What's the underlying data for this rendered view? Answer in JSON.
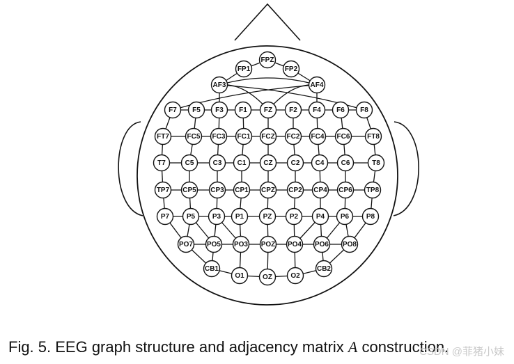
{
  "figure": {
    "caption_prefix": "Fig. 5. EEG graph structure and adjacency matrix ",
    "caption_symbol": "A",
    "caption_suffix": " construction.",
    "watermark": "CSDN @菲猪小妹"
  },
  "electrodes": [
    [
      "FPZ",
      "FP1",
      "FP2"
    ],
    [
      "AF3",
      "AF4"
    ],
    [
      "F7",
      "F5",
      "F3",
      "F1",
      "FZ",
      "F2",
      "F4",
      "F6",
      "F8"
    ],
    [
      "FT7",
      "FC5",
      "FC3",
      "FC1",
      "FCZ",
      "FC2",
      "FC4",
      "FC6",
      "FT8"
    ],
    [
      "T7",
      "C5",
      "C3",
      "C1",
      "CZ",
      "C2",
      "C4",
      "C6",
      "T8"
    ],
    [
      "TP7",
      "CP5",
      "CP3",
      "CP1",
      "CPZ",
      "CP2",
      "CP4",
      "CP6",
      "TP8"
    ],
    [
      "P7",
      "P5",
      "P3",
      "P1",
      "PZ",
      "P2",
      "P4",
      "P6",
      "P8"
    ],
    [
      "PO7",
      "PO5",
      "PO3",
      "POZ",
      "PO4",
      "PO6",
      "PO8"
    ],
    [
      "CB1",
      "O1",
      "OZ",
      "O2",
      "CB2"
    ]
  ]
}
